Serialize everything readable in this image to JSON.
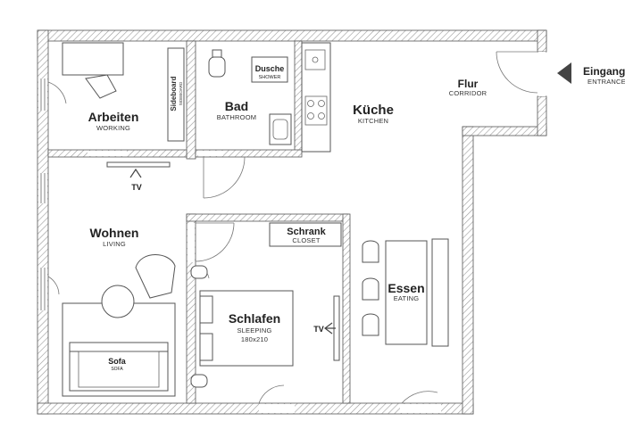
{
  "rooms": {
    "arbeiten": {
      "name": "Arbeiten",
      "sub": "WORKING"
    },
    "bad": {
      "name": "Bad",
      "sub": "BATHROOM"
    },
    "dusche": {
      "name": "Dusche",
      "sub": "SHOWER"
    },
    "sideboard": {
      "name": "Sideboard",
      "sub": "SIDEBOARD"
    },
    "kueche": {
      "name": "Küche",
      "sub": "KITCHEN"
    },
    "flur": {
      "name": "Flur",
      "sub": "CORRIDOR"
    },
    "wohnen": {
      "name": "Wohnen",
      "sub": "LIVING"
    },
    "sofa": {
      "name": "Sofa",
      "sub": "SOFA"
    },
    "schrank": {
      "name": "Schrank",
      "sub": "CLOSET"
    },
    "schlafen": {
      "name": "Schlafen",
      "sub": "SLEEPING",
      "size": "180x210"
    },
    "essen": {
      "name": "Essen",
      "sub": "EATING"
    }
  },
  "entrance": {
    "name": "Eingang",
    "sub": "ENTRANCE"
  },
  "tv_labels": {
    "working": "TV",
    "sleeping": "TV"
  },
  "colors": {
    "wall_hatch": "#9a9a9a",
    "wall_outline": "#555555",
    "arrow": "#444444"
  }
}
